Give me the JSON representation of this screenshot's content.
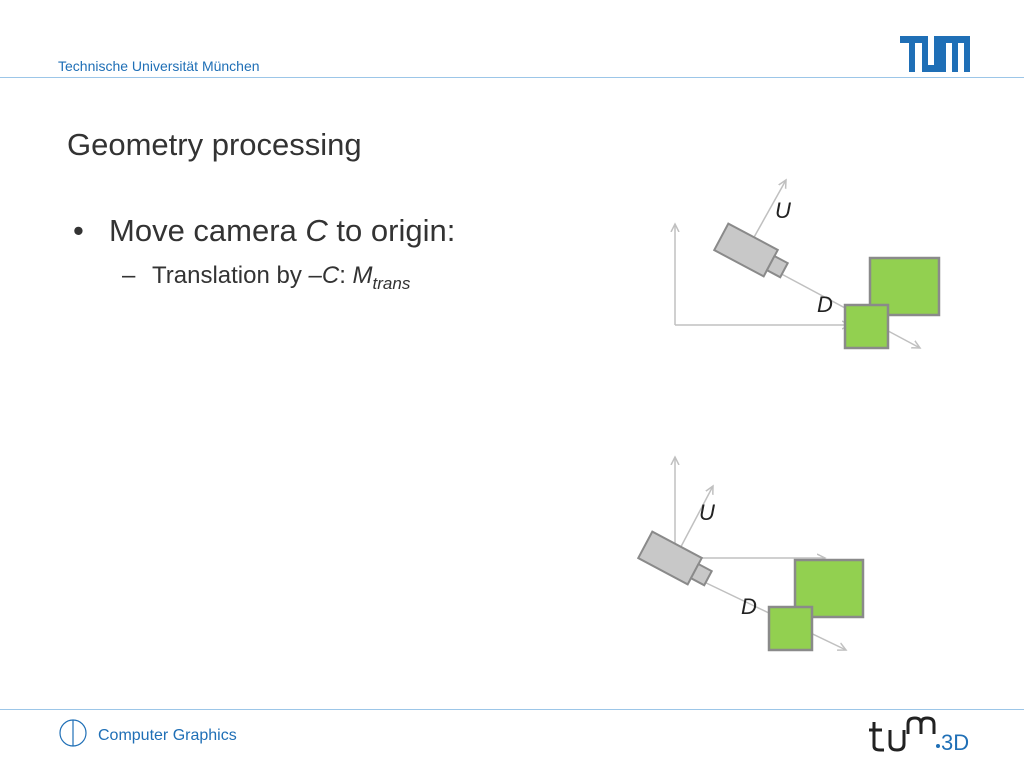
{
  "header": {
    "institution": "Technische Universität München"
  },
  "slide": {
    "title": "Geometry processing",
    "bullet": {
      "symbol": "•",
      "text_before": "Move camera ",
      "var_c": "C",
      "text_after": " to origin:"
    },
    "sub_bullet": {
      "dash": "–",
      "text": "Translation by ",
      "minus_c": "–C",
      "colon": ": ",
      "m": "M",
      "m_sub": "trans"
    }
  },
  "diagram": {
    "top": {
      "up_label": "U",
      "dir_label": "D"
    },
    "bottom": {
      "up_label": "U",
      "dir_label": "D"
    }
  },
  "footer": {
    "course": "Computer Graphics"
  },
  "colors": {
    "accent_blue": "#1f6fb6",
    "green": "#92d050",
    "camera_gray": "#c8c8c8"
  }
}
